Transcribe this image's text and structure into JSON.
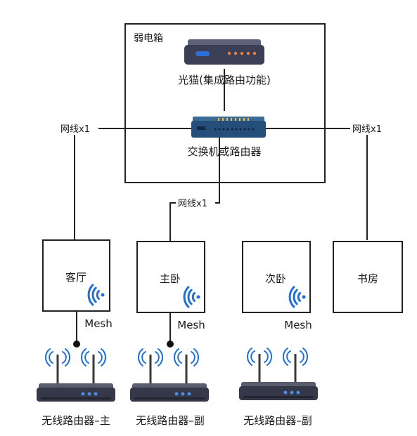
{
  "cabinet": {
    "label": "弱电箱"
  },
  "devices": {
    "modem_label": "光猫(集成路由功能)",
    "switch_label": "交换机或路由器"
  },
  "cables": {
    "left": "网线x1",
    "right": "网线x1",
    "middle": "网线x1"
  },
  "rooms": [
    {
      "label": "客厅",
      "wireless": "Mesh"
    },
    {
      "label": "主卧",
      "wireless": "Mesh"
    },
    {
      "label": "次卧",
      "wireless": "Mesh"
    },
    {
      "label": "书房"
    }
  ],
  "routers": [
    {
      "label": "无线路由器–主"
    },
    {
      "label": "无线路由器–副"
    },
    {
      "label": "无线路由器–副"
    }
  ],
  "colors": {
    "modem_body": "#3b3f55",
    "modem_accent": "#2c6fd6",
    "modem_leds": "#ef7d3a",
    "switch_body": "#254f7a",
    "switch_leds": "#f0c33c",
    "wifi_blue": "#1e6fd9",
    "router_body": "#353849",
    "router_leds": "#4d8fe8"
  }
}
